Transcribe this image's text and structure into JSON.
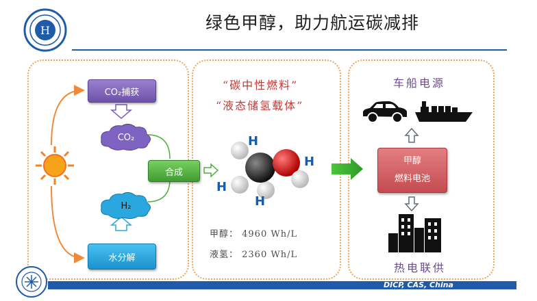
{
  "header": {
    "title": "绿色甲醇，助力航运碳减排",
    "logo_icon": "institute-seal-logo"
  },
  "left_panel": {
    "co2_capture": "CO₂捕获",
    "co2_cloud": "CO₂",
    "h2_cloud": "H₂",
    "synthesis": "合成",
    "water_split": "水分解",
    "sun_icon": "sun-icon"
  },
  "middle_panel": {
    "quote1": "“碳中性燃料”",
    "quote2": "“液态储氢载体”",
    "molecule_icon": "methanol-molecule-icon",
    "atom_h": "H",
    "atom_h_labels": [
      "H",
      "H",
      "H",
      "H"
    ],
    "stat1": "甲醇：  4960 Wh/L",
    "stat2": "液氢：  2360 Wh/L"
  },
  "right_panel": {
    "top_title": "车船电源",
    "fuel_cell_line1": "甲醇",
    "fuel_cell_line2": "燃料电池",
    "bottom_title": "热电联供",
    "icons": [
      "car-icon",
      "ship-icon",
      "buildings-icon"
    ]
  },
  "footer": {
    "text": "DICP, CAS, China"
  },
  "colors": {
    "accent_blue": "#1f5ba8",
    "purple": "#7b5fb8",
    "green": "#4caf3a",
    "blue": "#2aa7df",
    "red": "#d05d61",
    "panel_border": "#f0a55a",
    "quote_red": "#c03a33"
  }
}
